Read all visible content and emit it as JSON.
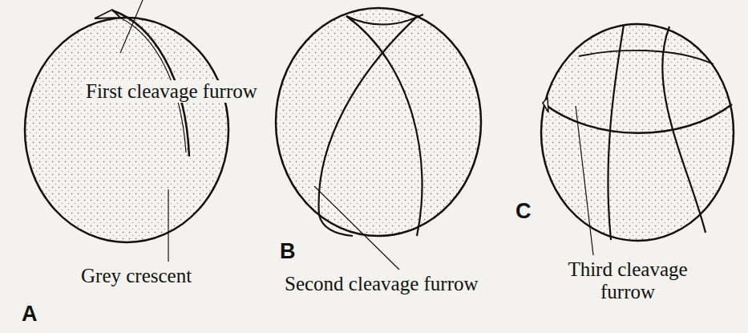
{
  "diagram": {
    "labels": [
      "First cleavage furrow",
      "Grey crescent",
      "A",
      "B",
      "Second cleavage furrow",
      "C",
      "Third cleavage furrow"
    ]
  }
}
